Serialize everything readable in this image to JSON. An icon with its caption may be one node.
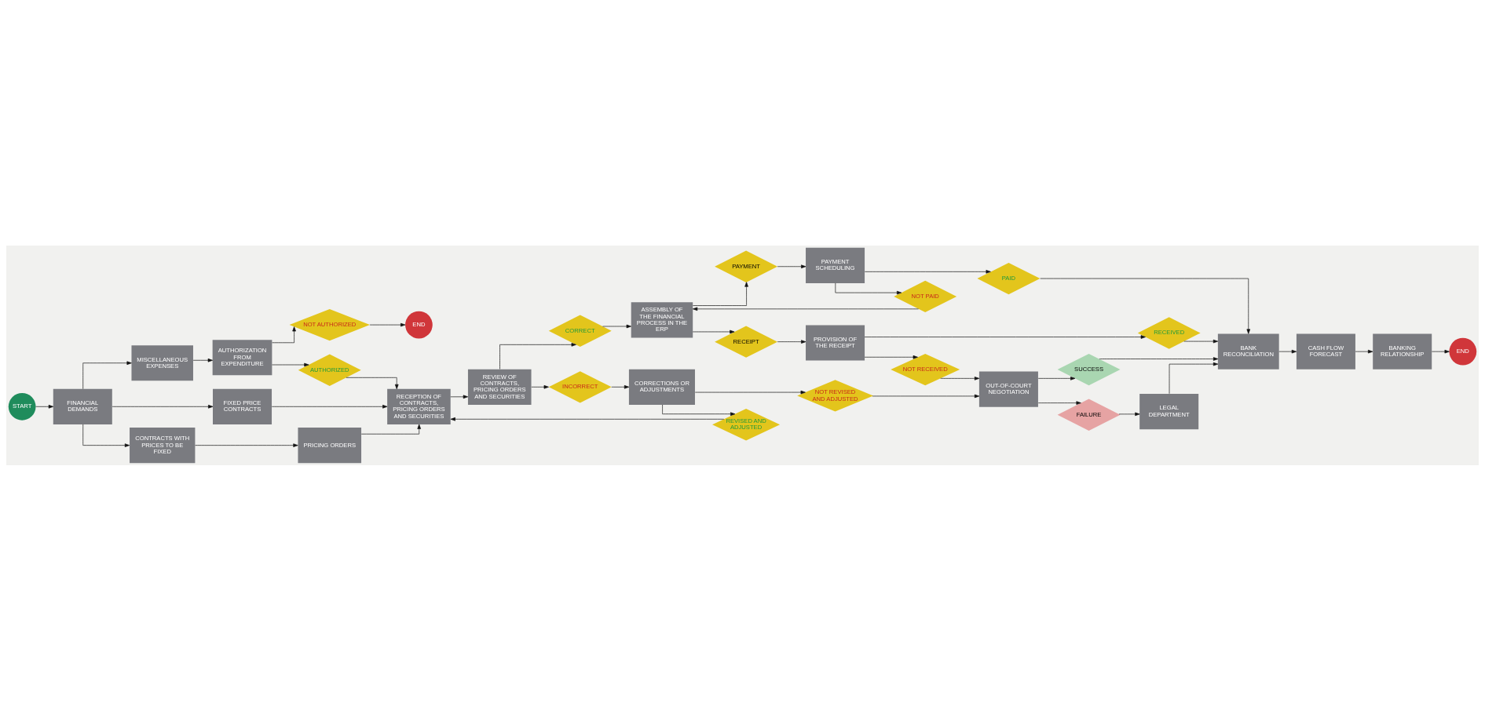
{
  "diagram": {
    "nodes": [
      {
        "text": [
          "START"
        ]
      },
      {
        "text": [
          "END"
        ]
      },
      {
        "text": [
          "NOT AUTHORIZED"
        ]
      },
      {
        "text": [
          "MISCELLANEOUS EXPENSES"
        ]
      },
      {
        "text": [
          "AUTHORIZATION FROM EXPENDITURE"
        ]
      },
      {
        "text": [
          "AUTHORIZED"
        ]
      },
      {
        "text": [
          "FINANCIAL DEMANDS"
        ]
      },
      {
        "text": [
          "FIXED PRICE CONTRACTS"
        ]
      },
      {
        "text": [
          "CONTRACTS WITH PRICES TO BE FIXED"
        ]
      },
      {
        "text": [
          "PRICING ORDERS"
        ]
      },
      {
        "text": [
          "RECEPTION OF CONTRACTS, PRICING ORDERS AND SECURITIES"
        ]
      },
      {
        "text": [
          "REVIEW OF CONTRACTS, PRICING ORDERS AND SECURITIES"
        ]
      },
      {
        "text": [
          "CORRECT"
        ]
      },
      {
        "text": [
          "ASSEMBLY OF THE FINANCIAL PROCESS IN THE ERP"
        ]
      },
      {
        "text": [
          "NOT PAID"
        ]
      },
      {
        "text": [
          "PAYMENT"
        ]
      },
      {
        "text": [
          "PAYMENT SCHEDULING"
        ]
      },
      {
        "text": [
          "PAID"
        ]
      },
      {
        "text": [
          "BANK RECONCILIATION"
        ]
      },
      {
        "text": [
          "CASH FLOW FORECAST"
        ]
      },
      {
        "text": [
          "BANKING RELATIONSHIP"
        ]
      },
      {
        "text": [
          "REVISED AND ADJUSTED"
        ]
      },
      {
        "text": [
          "CORRECTIONS OR ADJUSTMENTS"
        ]
      },
      {
        "text": [
          "INCORRECT"
        ]
      },
      {
        "text": [
          "RECEIPT"
        ]
      },
      {
        "text": [
          "PROVISION OF THE RECEIPT"
        ]
      },
      {
        "text": [
          "RECEIVED"
        ]
      },
      {
        "text": [
          "END"
        ]
      },
      {
        "text": [
          "NOT REVISED AND ADJUSTED"
        ]
      },
      {
        "text": [
          "OUT-OF-COURT NEGOTIATION"
        ]
      },
      {
        "text": [
          "NOT RECEIVED"
        ]
      },
      {
        "text": [
          "SUCCESS"
        ]
      },
      {
        "text": [
          "FAILURE"
        ]
      },
      {
        "text": [
          "LEGAL DEPARTMENT"
        ]
      }
    ],
    "edges": [
      {
        "from": 0,
        "to": 6,
        "arrow": "to"
      },
      {
        "from": 6,
        "to": 3,
        "arrow": "to"
      },
      {
        "from": 6,
        "to": 7,
        "arrow": "to"
      },
      {
        "from": 6,
        "to": 8,
        "arrow": "to"
      },
      {
        "from": 3,
        "to": 4,
        "arrow": "to"
      },
      {
        "from": 4,
        "to": 2,
        "arrow": "to"
      },
      {
        "from": 2,
        "to": 1,
        "arrow": "to"
      },
      {
        "from": 4,
        "to": 5,
        "arrow": "to"
      },
      {
        "from": 5,
        "to": 10,
        "arrow": "to"
      },
      {
        "from": 7,
        "to": 10,
        "arrow": "to"
      },
      {
        "from": 8,
        "to": 9,
        "arrow": "to"
      },
      {
        "from": 9,
        "to": 10,
        "arrow": "to"
      },
      {
        "from": 10,
        "to": 11,
        "arrow": "to"
      },
      {
        "from": 11,
        "to": 12,
        "arrow": "to"
      },
      {
        "from": 11,
        "to": 23,
        "arrow": "to"
      },
      {
        "from": 12,
        "to": 13,
        "arrow": "to"
      },
      {
        "from": 14,
        "to": 13,
        "arrow": "to"
      },
      {
        "from": 13,
        "to": 15,
        "arrow": "to"
      },
      {
        "from": 13,
        "to": 24,
        "arrow": "to"
      },
      {
        "from": 15,
        "to": 16,
        "arrow": "to"
      },
      {
        "from": 16,
        "to": 14,
        "arrow": "to"
      },
      {
        "from": 16,
        "to": 17,
        "arrow": "to"
      },
      {
        "from": 24,
        "to": 25,
        "arrow": "to"
      },
      {
        "from": 25,
        "to": 26,
        "arrow": "to"
      },
      {
        "from": 25,
        "to": 30,
        "arrow": "to"
      },
      {
        "from": 17,
        "to": 18,
        "arrow": "to"
      },
      {
        "from": 26,
        "to": 18,
        "arrow": "to"
      },
      {
        "from": 18,
        "to": 19,
        "arrow": "to"
      },
      {
        "from": 19,
        "to": 20,
        "arrow": "to"
      },
      {
        "from": 20,
        "to": 27,
        "arrow": "to"
      },
      {
        "from": 23,
        "to": 22,
        "arrow": "to"
      },
      {
        "from": 22,
        "to": 21,
        "arrow": "to"
      },
      {
        "from": 21,
        "to": 10,
        "arrow": "to"
      },
      {
        "from": 22,
        "to": 28,
        "arrow": "to"
      },
      {
        "from": 28,
        "to": 29,
        "arrow": "to"
      },
      {
        "from": 30,
        "to": 29,
        "arrow": "to"
      },
      {
        "from": 29,
        "to": 31,
        "arrow": "to"
      },
      {
        "from": 29,
        "to": 32,
        "arrow": "to"
      },
      {
        "from": 31,
        "to": 18,
        "arrow": "to"
      },
      {
        "from": 32,
        "to": 33,
        "arrow": "to"
      },
      {
        "from": 33,
        "to": 18,
        "arrow": "to"
      }
    ]
  }
}
